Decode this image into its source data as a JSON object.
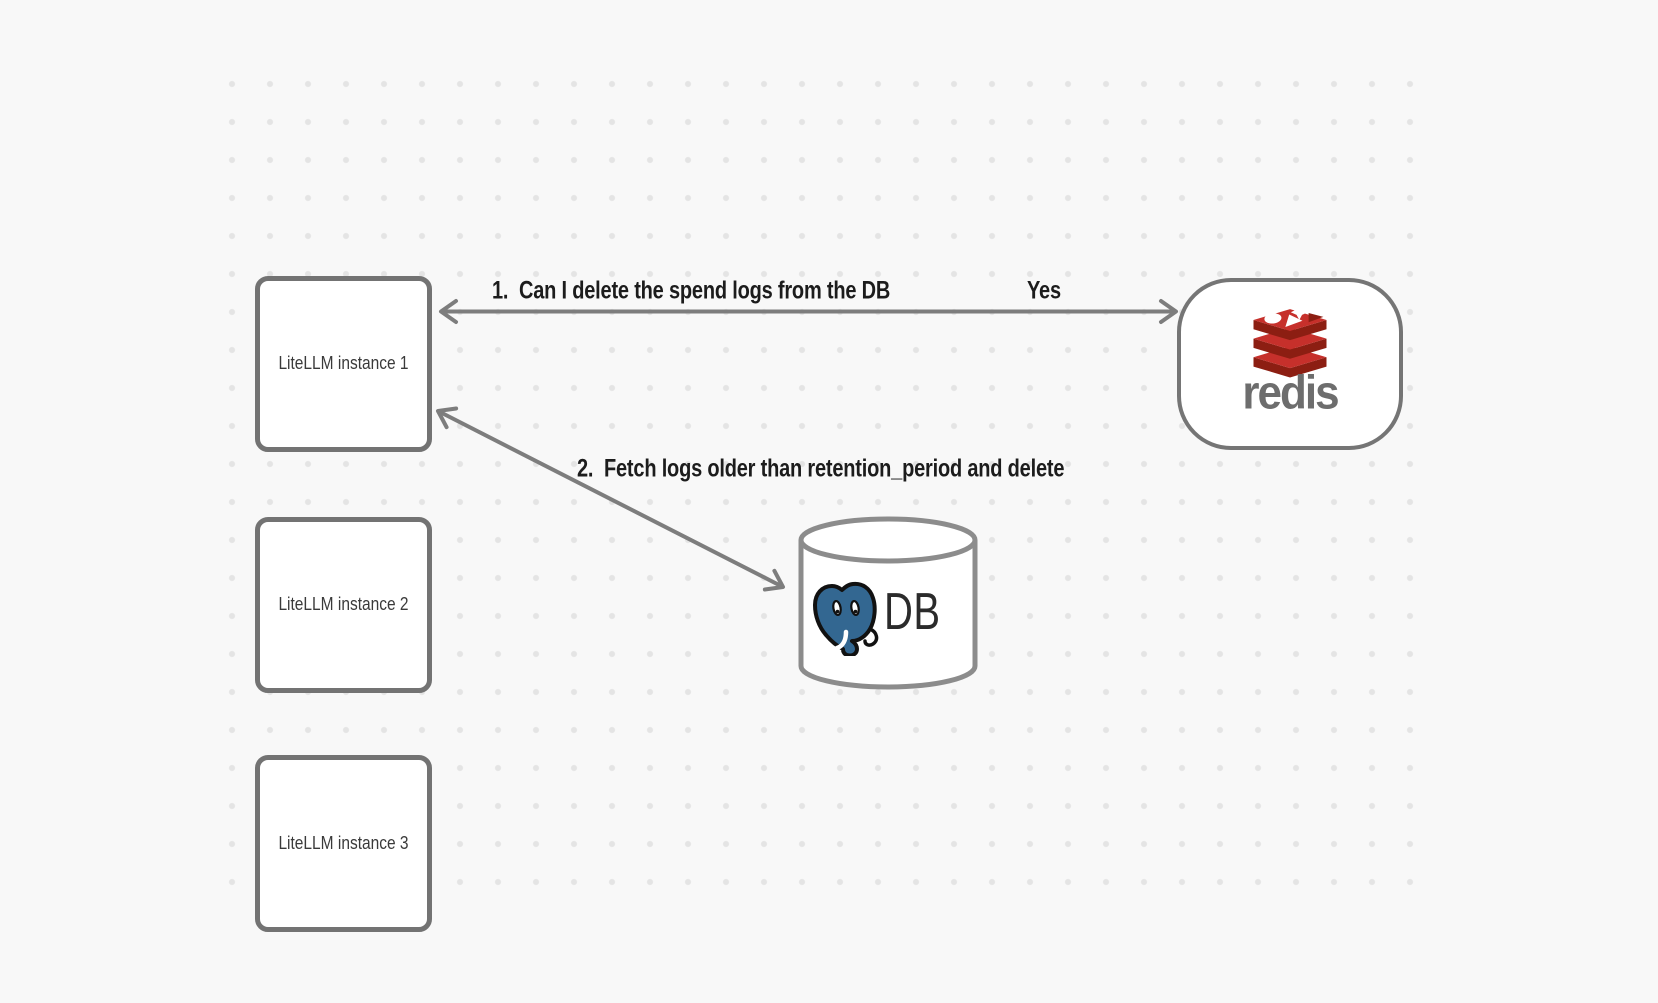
{
  "canvas": {
    "background_color": "#f8f8f8",
    "dot_color": "#e4e4e4"
  },
  "nodes": {
    "instances": [
      {
        "label": "LiteLLM instance 1"
      },
      {
        "label": "LiteLLM instance 2"
      },
      {
        "label": "LiteLLM instance 3"
      }
    ],
    "redis": {
      "wordmark": "redis",
      "brand_red": "#c6302b",
      "brand_red_dark": "#8c1e12",
      "wordmark_color": "#6d6d6d"
    },
    "db": {
      "label": "DB",
      "postgres_blue": "#336791"
    }
  },
  "arrows": [
    {
      "from": "LiteLLM instance 1",
      "to": "redis",
      "style": "double-headed",
      "label": "1.  Can I delete the spend logs from the DB",
      "response": "Yes",
      "color": "#7d7d7d"
    },
    {
      "from": "LiteLLM instance 1",
      "to": "DB",
      "style": "double-headed",
      "label": "2.  Fetch logs older than retention_period and delete",
      "color": "#7d7d7d"
    }
  ]
}
